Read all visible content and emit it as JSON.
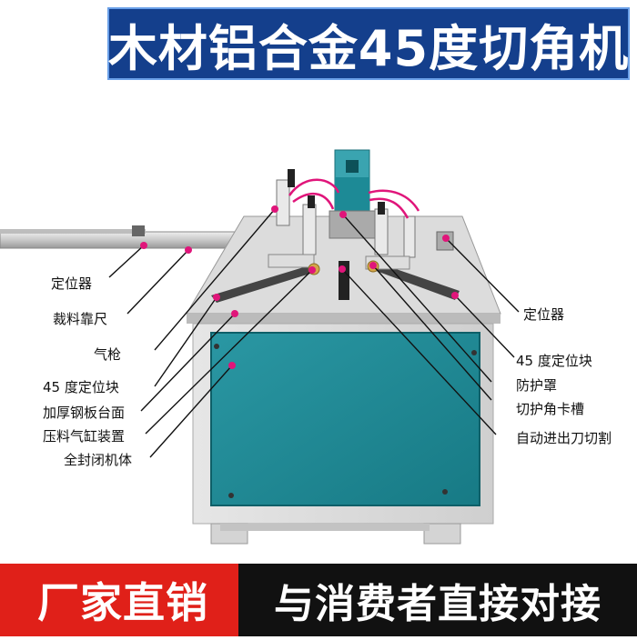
{
  "header": {
    "title": "木材铝合金45度切角机"
  },
  "callouts": {
    "left": [
      "定位器",
      "裁料靠尺",
      "气枪",
      "45 度定位块",
      "加厚钢板台面",
      "压料气缸装置",
      "全封闭机体"
    ],
    "right": [
      "定位器",
      "45 度定位块",
      "防护罩",
      "切护角卡槽",
      "自动进出刀切割"
    ]
  },
  "footer": {
    "left": "厂家直销",
    "right": "与消费者直接对接"
  },
  "colors": {
    "title_bg": "#143f8c",
    "panel_teal": "#1f8a96",
    "callout_dot": "#e0157a",
    "footer_red": "#e02019",
    "footer_black": "#111111"
  }
}
